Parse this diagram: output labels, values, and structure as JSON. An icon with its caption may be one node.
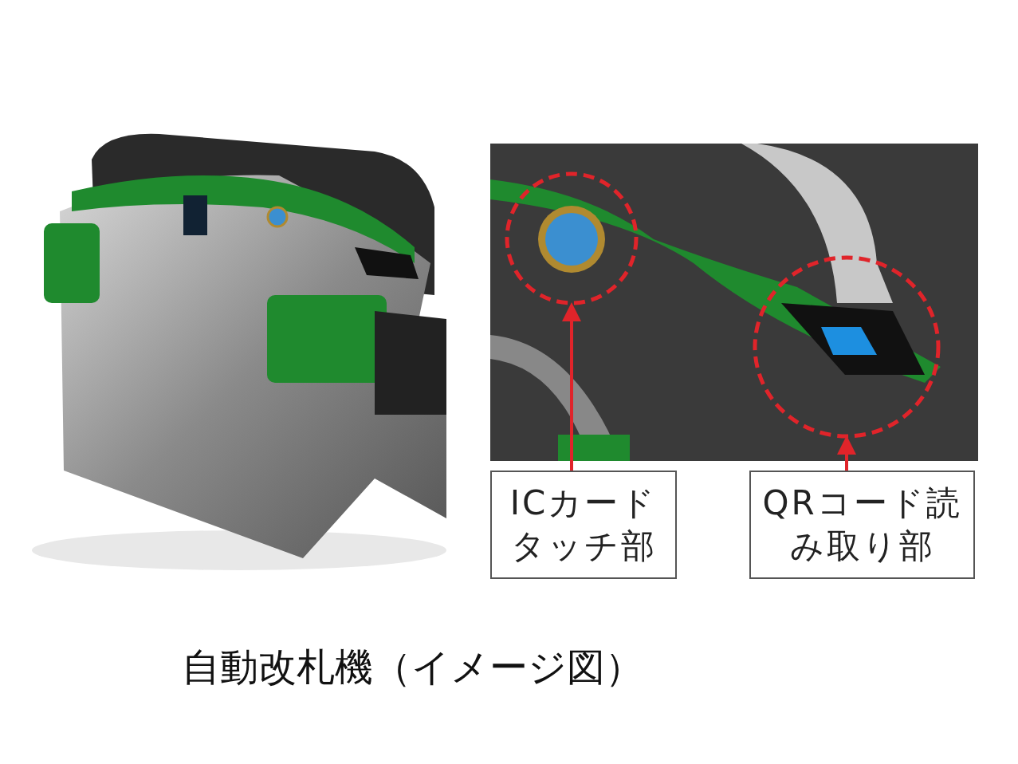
{
  "diagram": {
    "caption": "自動改札機（イメージ図）",
    "nodes": [
      {
        "text": [],
        "shape": "circle"
      },
      {
        "text": [],
        "shape": "circle"
      },
      {
        "text": [
          "ICカードタッチ部"
        ]
      },
      {
        "text": [
          "QRコード読み取り部"
        ]
      }
    ],
    "edges": [
      {
        "from": 2,
        "to": 0,
        "arrow": "to"
      },
      {
        "from": 3,
        "to": 1,
        "arrow": "to"
      }
    ]
  }
}
